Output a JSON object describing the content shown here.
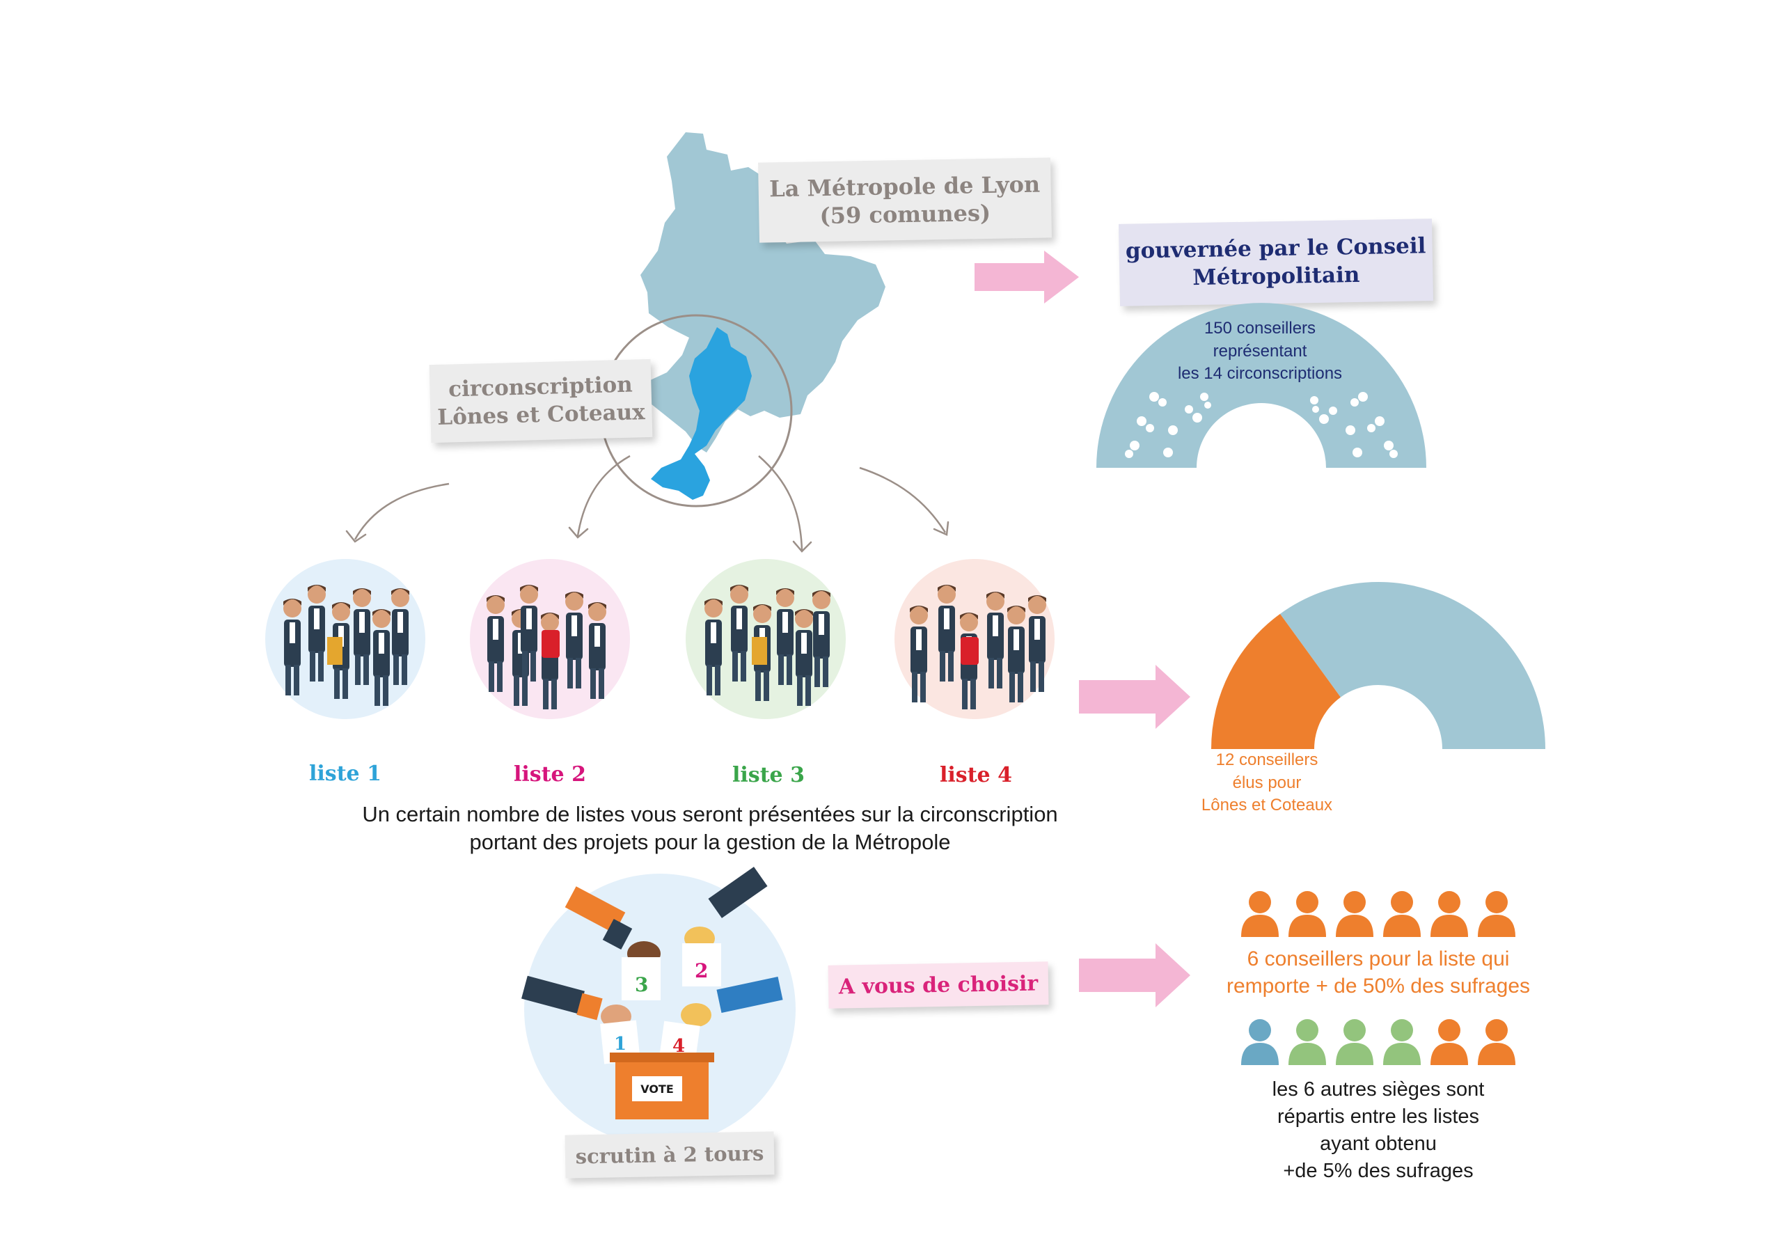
{
  "metropole": {
    "title_line1": "La Métropole de Lyon",
    "title_line2": "(59 comunes)"
  },
  "conseil": {
    "title_line1": "gouvernée par le Conseil",
    "title_line2": "Métropolitain",
    "count_line1": "150 conseillers",
    "count_line2": "représentant",
    "count_line3": "les 14 circonscriptions"
  },
  "circonscription": {
    "line1": "circonscription",
    "line2": "Lônes et Coteaux"
  },
  "listes": [
    {
      "label": "liste 1",
      "color": "#2ea3d8",
      "bubble": "#e3f0fa"
    },
    {
      "label": "liste 2",
      "color": "#d6157c",
      "bubble": "#fae6f2"
    },
    {
      "label": "liste 3",
      "color": "#3aa54a",
      "bubble": "#e5f2e1"
    },
    {
      "label": "liste 4",
      "color": "#d9202a",
      "bubble": "#fbe6e1"
    }
  ],
  "listes_caption": {
    "line1": "Un certain nombre de listes vous seront présentées sur la circonscription",
    "line2": "portant des projets pour la gestion de la Métropole"
  },
  "seats": {
    "share_of_150": 12,
    "line1": "12 conseillers",
    "line2": "élus pour",
    "line3": "Lônes et Coteaux"
  },
  "vote": {
    "ballot_numbers": [
      "3",
      "2",
      "1",
      "4"
    ],
    "box_label": "VOTE",
    "scrutin": "scrutin à 2 tours",
    "choisir": "A vous de choisir"
  },
  "distribution": {
    "majority_line1": "6 conseillers pour la liste qui",
    "majority_line2": "remporte + de 50% des sufrages",
    "others_line1": "les 6 autres sièges sont",
    "others_line2": "répartis entre les listes",
    "others_line3": "ayant obtenu",
    "others_line4": "+de 5% des sufrages"
  },
  "colors": {
    "map": "#a1c7d4",
    "circonscription": "#2aa3df",
    "arrow_pink": "#f4b6d4",
    "orange": "#ee7f2d",
    "green": "#93c47d",
    "blue_person": "#6aa8c4",
    "navy": "#1e2c72"
  }
}
